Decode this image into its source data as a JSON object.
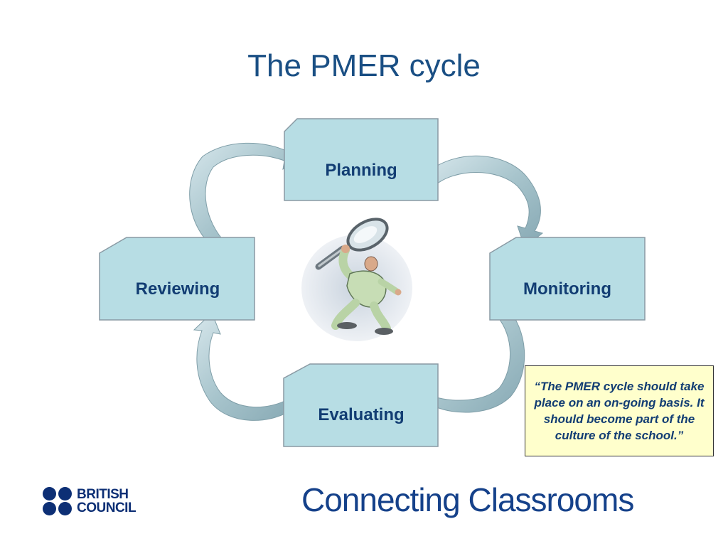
{
  "slide": {
    "title": "The PMER cycle"
  },
  "cycle": {
    "nodes": {
      "planning": "Planning",
      "monitoring": "Monitoring",
      "evaluating": "Evaluating",
      "reviewing": "Reviewing"
    },
    "center_image": "magnifying-glass-person"
  },
  "quote": {
    "text": "“The PMER cycle should take place on an on-going basis. It should become part of the culture of the school.”"
  },
  "footer": {
    "british_council": {
      "line1": "BRITISH",
      "line2": "COUNCIL"
    },
    "connecting_classrooms": "Connecting Classrooms"
  },
  "colors": {
    "title": "#1a4f84",
    "node_fill": "#b7dde4",
    "node_text": "#123d73",
    "arrow": "#9bb9c2",
    "quote_bg": "#ffffcc",
    "logo_blue": "#0d2f75"
  }
}
